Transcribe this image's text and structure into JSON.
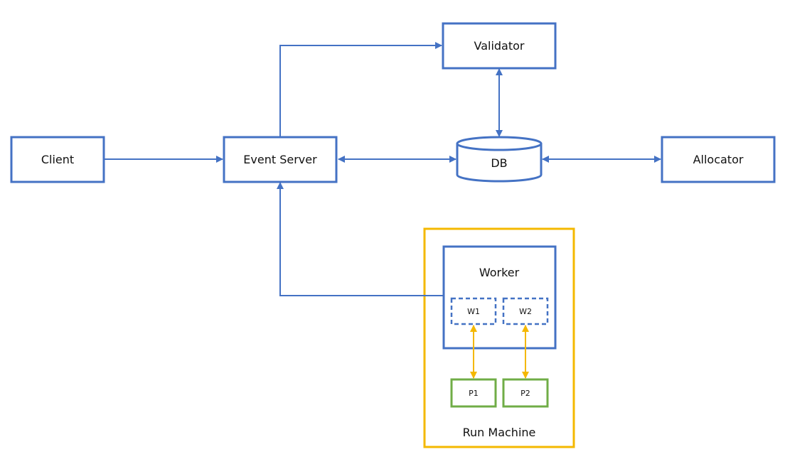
{
  "nodes": {
    "client": "Client",
    "event_server": "Event Server",
    "validator": "Validator",
    "db": "DB",
    "allocator": "Allocator",
    "worker": "Worker",
    "w1": "W1",
    "w2": "W2",
    "p1": "P1",
    "p2": "P2",
    "run_machine": "Run Machine"
  },
  "colors": {
    "blue": "#4472C4",
    "yellow": "#F4B800",
    "green": "#70AD47",
    "text": "#111111"
  }
}
